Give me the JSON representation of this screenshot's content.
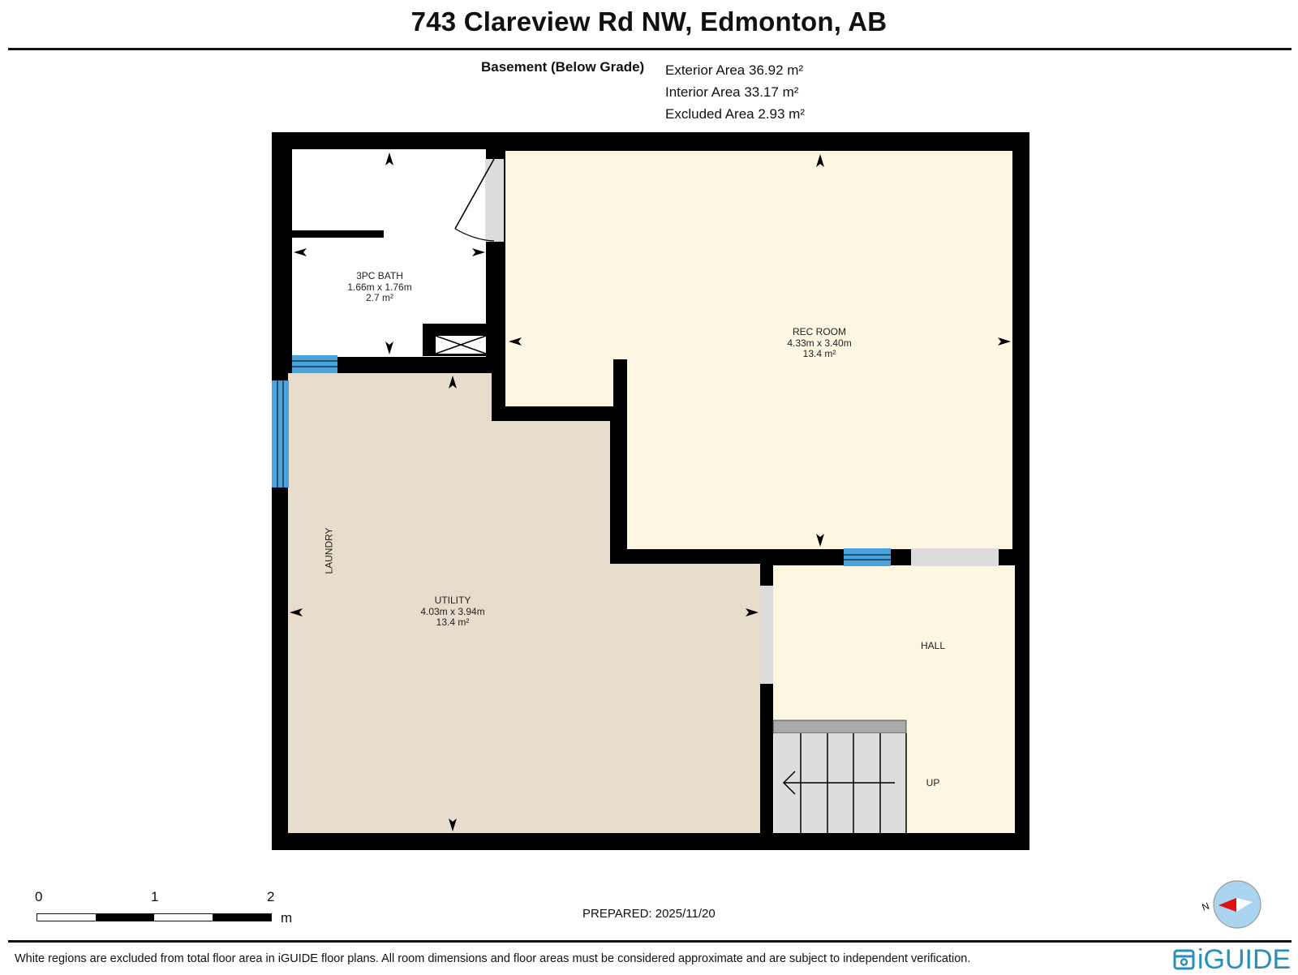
{
  "header": {
    "title": "743 Clareview Rd NW, Edmonton, AB",
    "floor_label": "Basement (Below Grade)",
    "areas": [
      "Exterior Area 36.92 m²",
      "Interior Area 33.17 m²",
      "Excluded Area 2.93 m²"
    ]
  },
  "rooms": {
    "bath": {
      "name": "3PC BATH",
      "dims": "1.66m x 1.76m",
      "area": "2.7 m²"
    },
    "rec": {
      "name": "REC ROOM",
      "dims": "4.33m x 3.40m",
      "area": "13.4 m²"
    },
    "utility": {
      "name": "UTILITY",
      "dims": "4.03m x 3.94m",
      "area": "13.4 m²"
    },
    "laundry": {
      "name": "LAUNDRY"
    },
    "hall": {
      "name": "HALL"
    },
    "stairs": {
      "label": "UP"
    }
  },
  "colors": {
    "wall": "#000000",
    "rec_fill": "#fdf6e3",
    "hall_fill": "#fdf6e3",
    "utility_fill": "#e8ddcd",
    "bath_fill": "#ffffff",
    "window": "#4aa3dc",
    "door_opening": "#dcdcdc",
    "stairs": "#dddddd",
    "stair_landing": "#a9a9a9",
    "brand": "#2a8fb8"
  },
  "scale": {
    "ticks": [
      "0",
      "1",
      "2"
    ],
    "unit": "m"
  },
  "footer": {
    "prepared": "PREPARED: 2025/11/20",
    "disclaimer": "White regions are excluded from total floor area in iGUIDE floor plans. All room dimensions and floor areas must be considered approximate and are subject to independent verification.",
    "logo": "iGUIDE",
    "compass_label": "N"
  }
}
